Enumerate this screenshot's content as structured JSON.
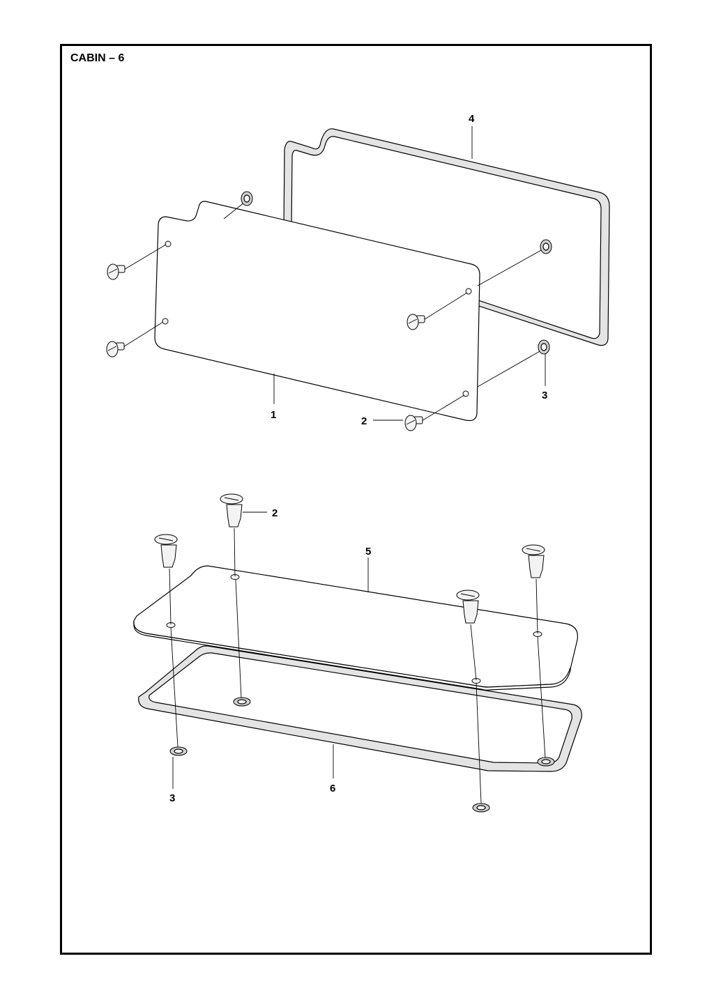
{
  "title": "CABIN – 6",
  "callouts": {
    "c1": "1",
    "c2_upper": "2",
    "c2_lower": "2",
    "c3_upper": "3",
    "c3_lower": "3",
    "c4": "4",
    "c5": "5",
    "c6": "6"
  }
}
